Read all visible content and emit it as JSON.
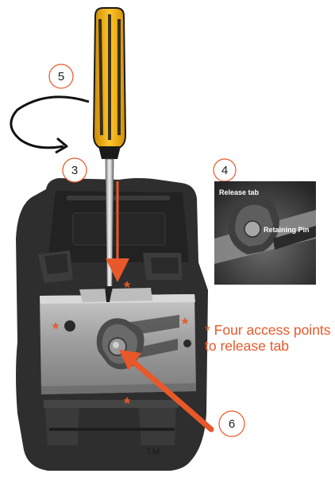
{
  "colors": {
    "accent": "#e8582a",
    "housing": "#2e2e2e",
    "metal": "#a9a9a9",
    "handle": "#f2b21b",
    "badge_border": "#e8582a"
  },
  "steps": {
    "step_5": "5",
    "step_3": "3",
    "step_4": "4",
    "step_6": "6"
  },
  "inset": {
    "release_tab_label": "Release tab",
    "retaining_pin_label": "Retaining Pin"
  },
  "access_marker": "*",
  "note": {
    "line1": "* Four access points",
    "line2": "to release tab"
  },
  "trademark": "TM",
  "icons": {
    "rotation": "curved-rotation-arrow-icon",
    "screwdriver": "screwdriver-icon"
  }
}
